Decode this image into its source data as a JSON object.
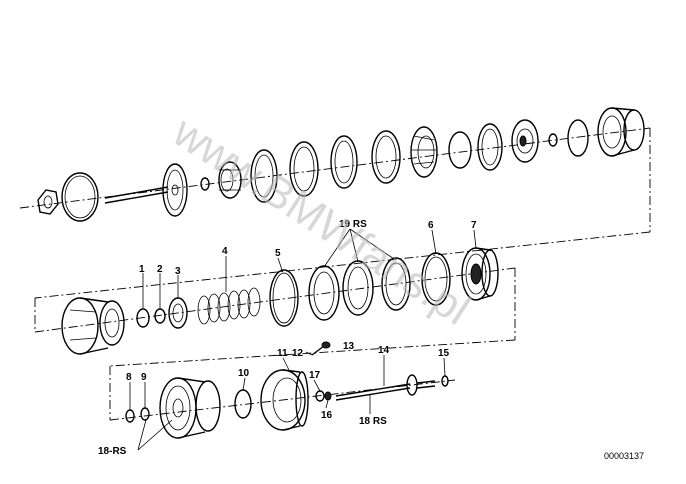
{
  "callouts": {
    "c1": "1",
    "c2": "2",
    "c3": "3",
    "c4": "4",
    "c5": "5",
    "c6": "6",
    "c7": "7",
    "c8": "8",
    "c9": "9",
    "c10": "10",
    "c11": "11",
    "c12": "12",
    "c13": "13",
    "c14": "14",
    "c15": "15",
    "c16": "16",
    "c17": "17",
    "c18rs": "18 RS",
    "c18rs_left": "18-RS",
    "c19rs": "19 RS"
  },
  "watermark": "www.BMWfans.pl",
  "drawing_code": "00003137"
}
